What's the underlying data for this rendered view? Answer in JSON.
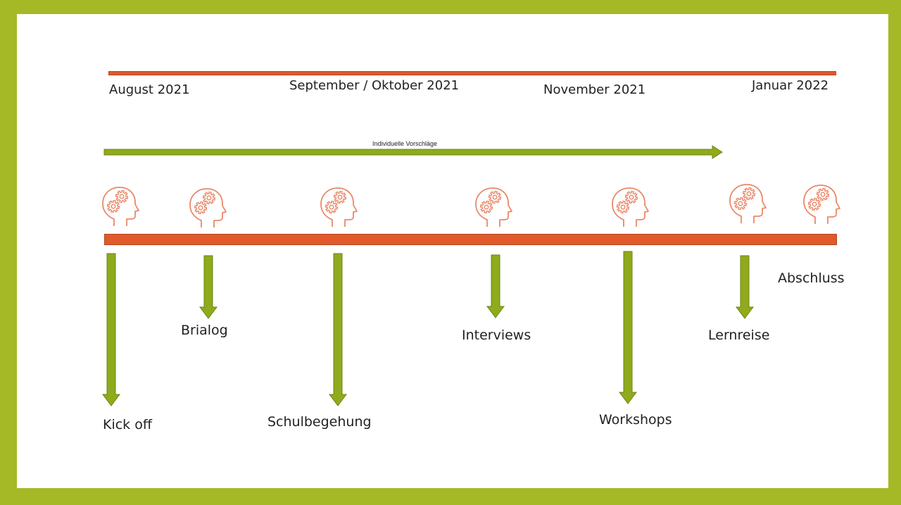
{
  "colors": {
    "frame": "#a5b926",
    "timeline": "#e05a2b",
    "timeline_border": "#b8431d",
    "arrow": "#8faa1c",
    "arrow_border": "#6d8512",
    "icon_stroke": "#e9896a"
  },
  "months": [
    {
      "label": "August 2021"
    },
    {
      "label": "September / Oktober 2021"
    },
    {
      "label": "November 2021"
    },
    {
      "label": "Januar 2022"
    }
  ],
  "proposal_arrow": {
    "label": "Individuelle Vorschläge"
  },
  "icons": [
    {
      "name": "head-gears-icon"
    },
    {
      "name": "head-gears-icon"
    },
    {
      "name": "head-gears-icon"
    },
    {
      "name": "head-gears-icon"
    },
    {
      "name": "head-gears-icon"
    },
    {
      "name": "head-gears-icon"
    },
    {
      "name": "head-gears-icon"
    }
  ],
  "steps": [
    {
      "label": "Kick off"
    },
    {
      "label": "Brialog"
    },
    {
      "label": "Schulbegehung"
    },
    {
      "label": "Interviews"
    },
    {
      "label": "Workshops"
    },
    {
      "label": "Lernreise"
    },
    {
      "label": "Abschluss"
    }
  ]
}
